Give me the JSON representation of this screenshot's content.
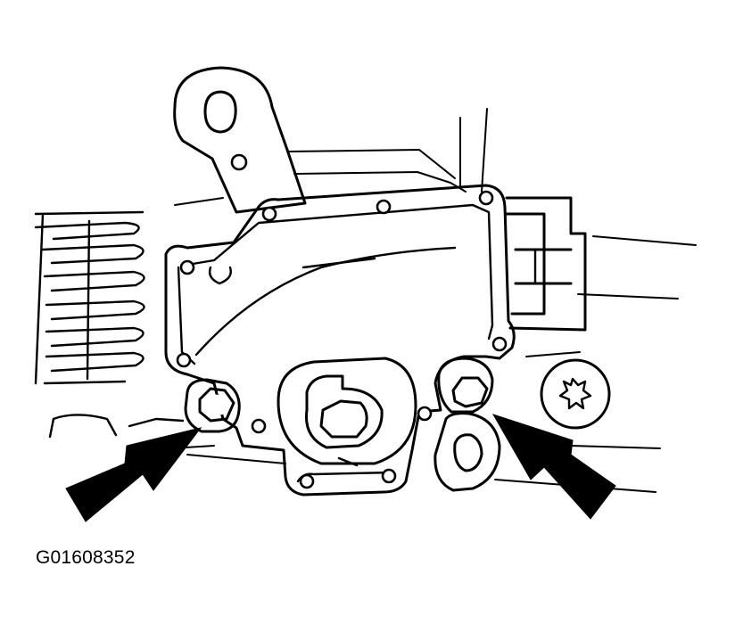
{
  "figure": {
    "id_label": "G01608352"
  },
  "colors": {
    "line": "#000000",
    "background": "#ffffff"
  },
  "callouts": [
    {
      "name": "left-bolt-arrow",
      "points_to": "left-mounting-bolt"
    },
    {
      "name": "right-bolt-arrow",
      "points_to": "right-mounting-bolt"
    }
  ]
}
